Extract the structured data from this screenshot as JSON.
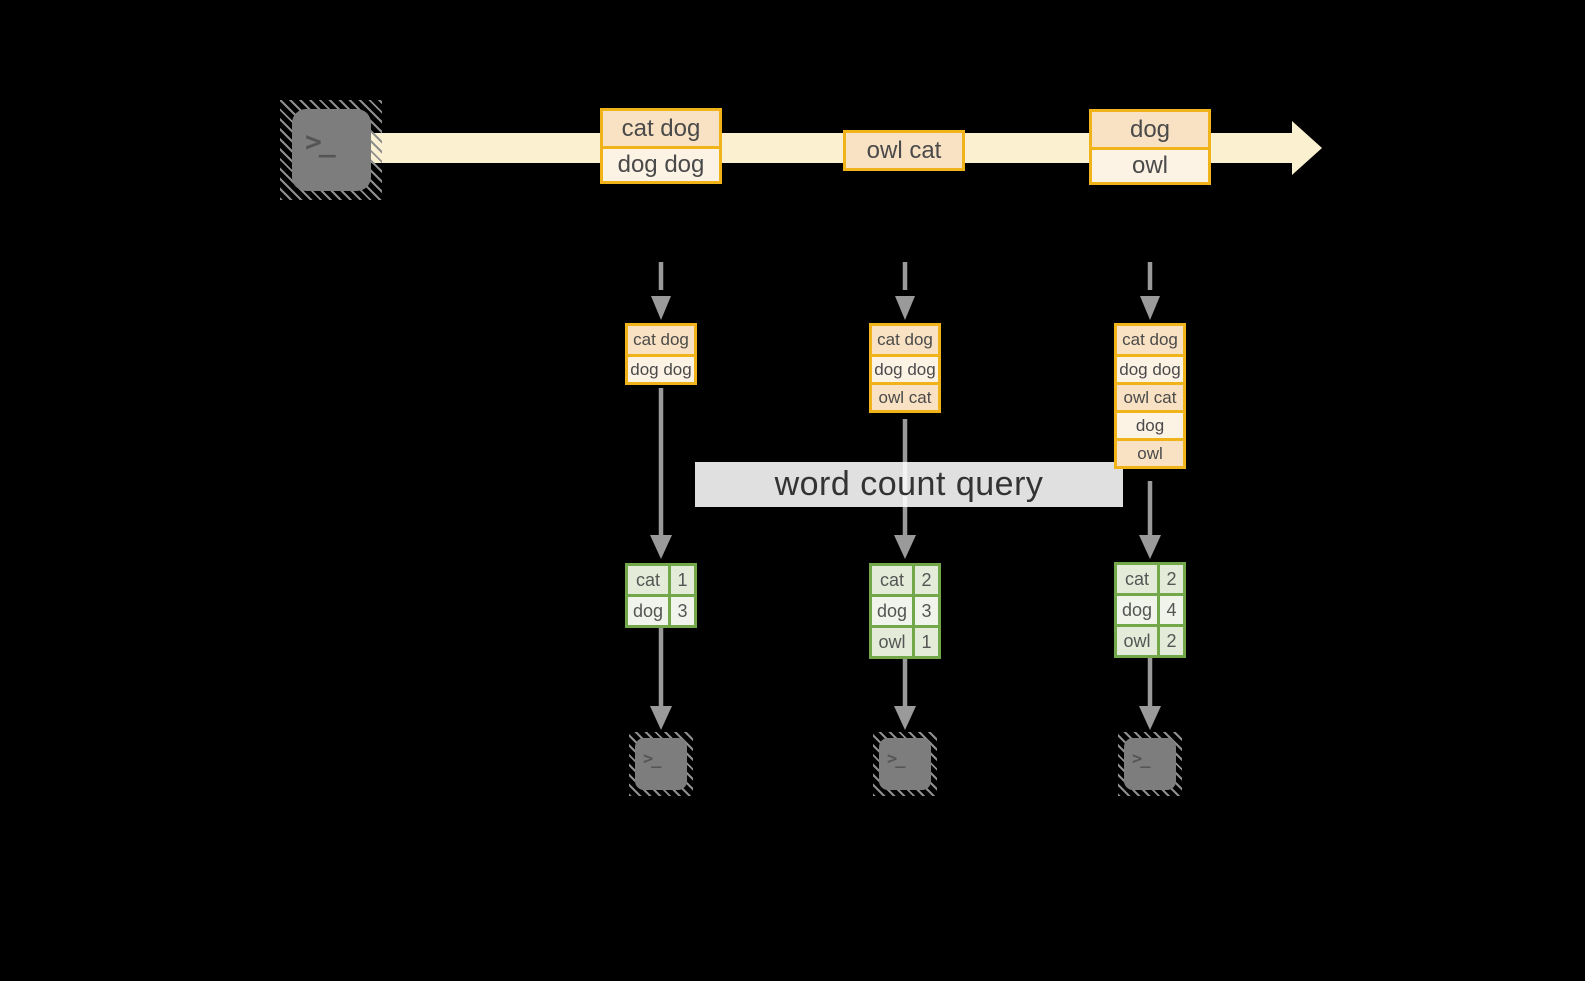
{
  "banner": {
    "label": "word count query"
  },
  "timeline_events": [
    {
      "rows": [
        "cat dog",
        "dog dog"
      ]
    },
    {
      "rows": [
        "owl cat"
      ]
    },
    {
      "rows": [
        "dog",
        "owl"
      ]
    }
  ],
  "columns": [
    {
      "buffer": [
        "cat dog",
        "dog dog"
      ],
      "counts": [
        {
          "word": "cat",
          "count": "1"
        },
        {
          "word": "dog",
          "count": "3"
        }
      ]
    },
    {
      "buffer": [
        "cat dog",
        "dog dog",
        "owl cat"
      ],
      "counts": [
        {
          "word": "cat",
          "count": "2"
        },
        {
          "word": "dog",
          "count": "3"
        },
        {
          "word": "owl",
          "count": "1"
        }
      ]
    },
    {
      "buffer": [
        "cat dog",
        "dog dog",
        "owl cat",
        "dog",
        "owl"
      ],
      "counts": [
        {
          "word": "cat",
          "count": "2"
        },
        {
          "word": "dog",
          "count": "4"
        },
        {
          "word": "owl",
          "count": "2"
        }
      ]
    }
  ],
  "icons": {
    "terminal_glyph": ">_"
  },
  "colors": {
    "stream_band": "#fbf0d0",
    "event_border": "#f0b41a",
    "event_fill_dark": "#f9e2c3",
    "event_fill_light": "#fdf3e5",
    "table_border": "#72a84a",
    "table_fill_dark": "#e4ecd9",
    "table_fill_light": "#f0f4ea",
    "arrow_gray": "#9a9a9a",
    "terminal_gray": "#7d7d7d"
  }
}
